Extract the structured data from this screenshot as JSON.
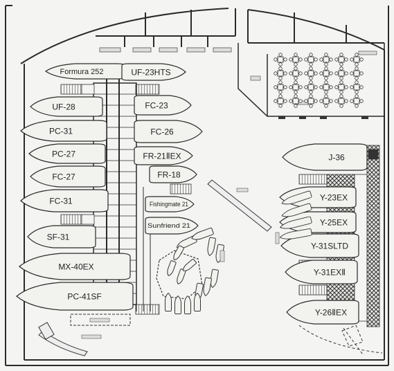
{
  "colors": {
    "paper": "#f4f4f2",
    "ink": "#2a2a2a",
    "hull": "#f2f2ef",
    "hatch": "#555555",
    "mesh": "#444444"
  },
  "boats": {
    "left": [
      {
        "label": "Formura 252"
      },
      {
        "label": "UF-28"
      },
      {
        "label": "PC-31"
      },
      {
        "label": "PC-27"
      },
      {
        "label": "FC-27"
      },
      {
        "label": "FC-31"
      },
      {
        "label": "SF-31"
      },
      {
        "label": "MX-40EX"
      },
      {
        "label": "PC-41SF"
      }
    ],
    "center": [
      {
        "label": "UF-23HTS"
      },
      {
        "label": "FC-23"
      },
      {
        "label": "FC-26"
      },
      {
        "label": "FR-21ⅡEX"
      },
      {
        "label": "FR-18"
      },
      {
        "label": "Fishingmate 21"
      },
      {
        "label": "Sunfriend 21"
      }
    ],
    "right": [
      {
        "label": "J-36"
      },
      {
        "label": "Y-23EX"
      },
      {
        "label": "Y-25EX"
      },
      {
        "label": "Y-31SLTD"
      },
      {
        "label": "Y-31EXⅡ"
      },
      {
        "label": "Y-26ⅡEX"
      }
    ]
  }
}
